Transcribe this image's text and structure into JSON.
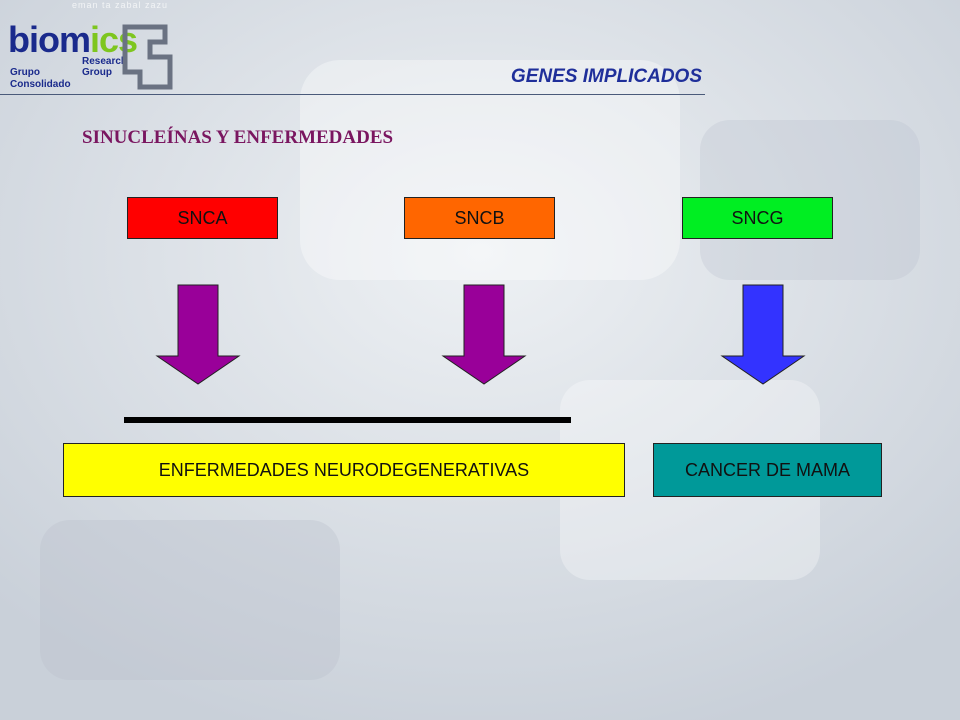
{
  "header": {
    "logo": {
      "part1": "biom",
      "part2": "ics",
      "research": "Research",
      "group": "Group",
      "grupo": "Grupo",
      "consolidado": "Consolidado",
      "top_text": "eman ta zabal zazu"
    },
    "title": "GENES IMPLICADOS"
  },
  "section_title": "SINUCLEÍNAS Y ENFERMEDADES",
  "genes": [
    {
      "label": "SNCA",
      "color": "#ff0000"
    },
    {
      "label": "SNCB",
      "color": "#ff6600"
    },
    {
      "label": "SNCG",
      "color": "#00ee22"
    }
  ],
  "arrows": [
    {
      "from": "SNCA",
      "color": "#990099"
    },
    {
      "from": "SNCB",
      "color": "#990099"
    },
    {
      "from": "SNCG",
      "color": "#3333ff"
    }
  ],
  "results": [
    {
      "label": "ENFERMEDADES NEURODEGENERATIVAS",
      "color": "#ffff00"
    },
    {
      "label": "CANCER DE MAMA",
      "color": "#009999"
    }
  ]
}
